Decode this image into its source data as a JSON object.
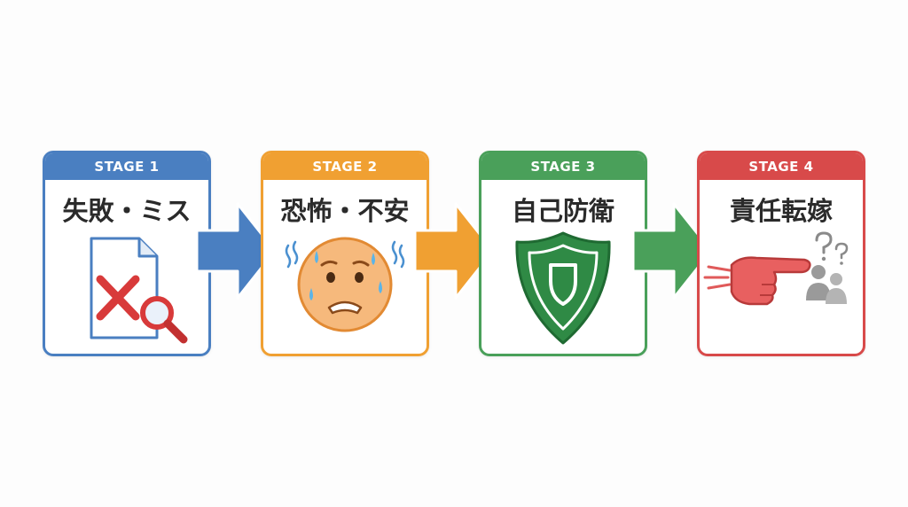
{
  "stages": [
    {
      "label": "STAGE 1",
      "title": "失敗・ミス",
      "color": "#4a7fc1",
      "icon": "document-error-magnifier-icon"
    },
    {
      "label": "STAGE 2",
      "title": "恐怖・不安",
      "color": "#f0a032",
      "icon": "anxious-face-icon"
    },
    {
      "label": "STAGE 3",
      "title": "自己防衛",
      "color": "#4aa05a",
      "icon": "shield-icon"
    },
    {
      "label": "STAGE 4",
      "title": "責任転嫁",
      "color": "#d84a4a",
      "icon": "pointing-hand-blame-icon"
    }
  ],
  "connectors": [
    {
      "from": "STAGE 1",
      "to": "STAGE 2",
      "color": "#4a7fc1"
    },
    {
      "from": "STAGE 2",
      "to": "STAGE 3",
      "color": "#f0a032"
    },
    {
      "from": "STAGE 3",
      "to": "STAGE 4",
      "color": "#4aa05a"
    }
  ]
}
